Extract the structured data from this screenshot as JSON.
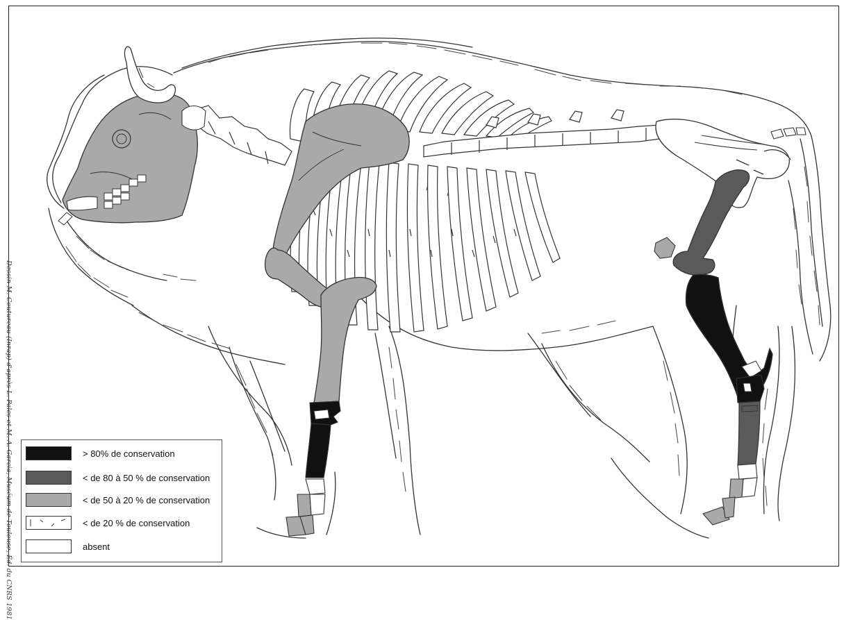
{
  "figure": {
    "credit": "Dessin M. Coutureau (Inrap) d'après L. Pales et M. A. Garcia, Muséum de Toulouse, Éd. du CNRS 1981"
  },
  "legend": {
    "items": [
      {
        "label": "> 80% de conservation",
        "color": "#111111",
        "pattern": "solid"
      },
      {
        "label": "< de 80 à 50 % de conservation",
        "color": "#5a5a5a",
        "pattern": "solid"
      },
      {
        "label": "< de 50 à 20 % de conservation",
        "color": "#a9a9a9",
        "pattern": "solid"
      },
      {
        "label": "< de 20 % de conservation",
        "color": "#ffffff",
        "pattern": "hatched"
      },
      {
        "label": "absent",
        "color": "#ffffff",
        "pattern": "outline"
      }
    ]
  },
  "colors": {
    "black": "#111111",
    "dark_gray": "#5a5a5a",
    "light_gray": "#a9a9a9",
    "outline": "#333333"
  }
}
